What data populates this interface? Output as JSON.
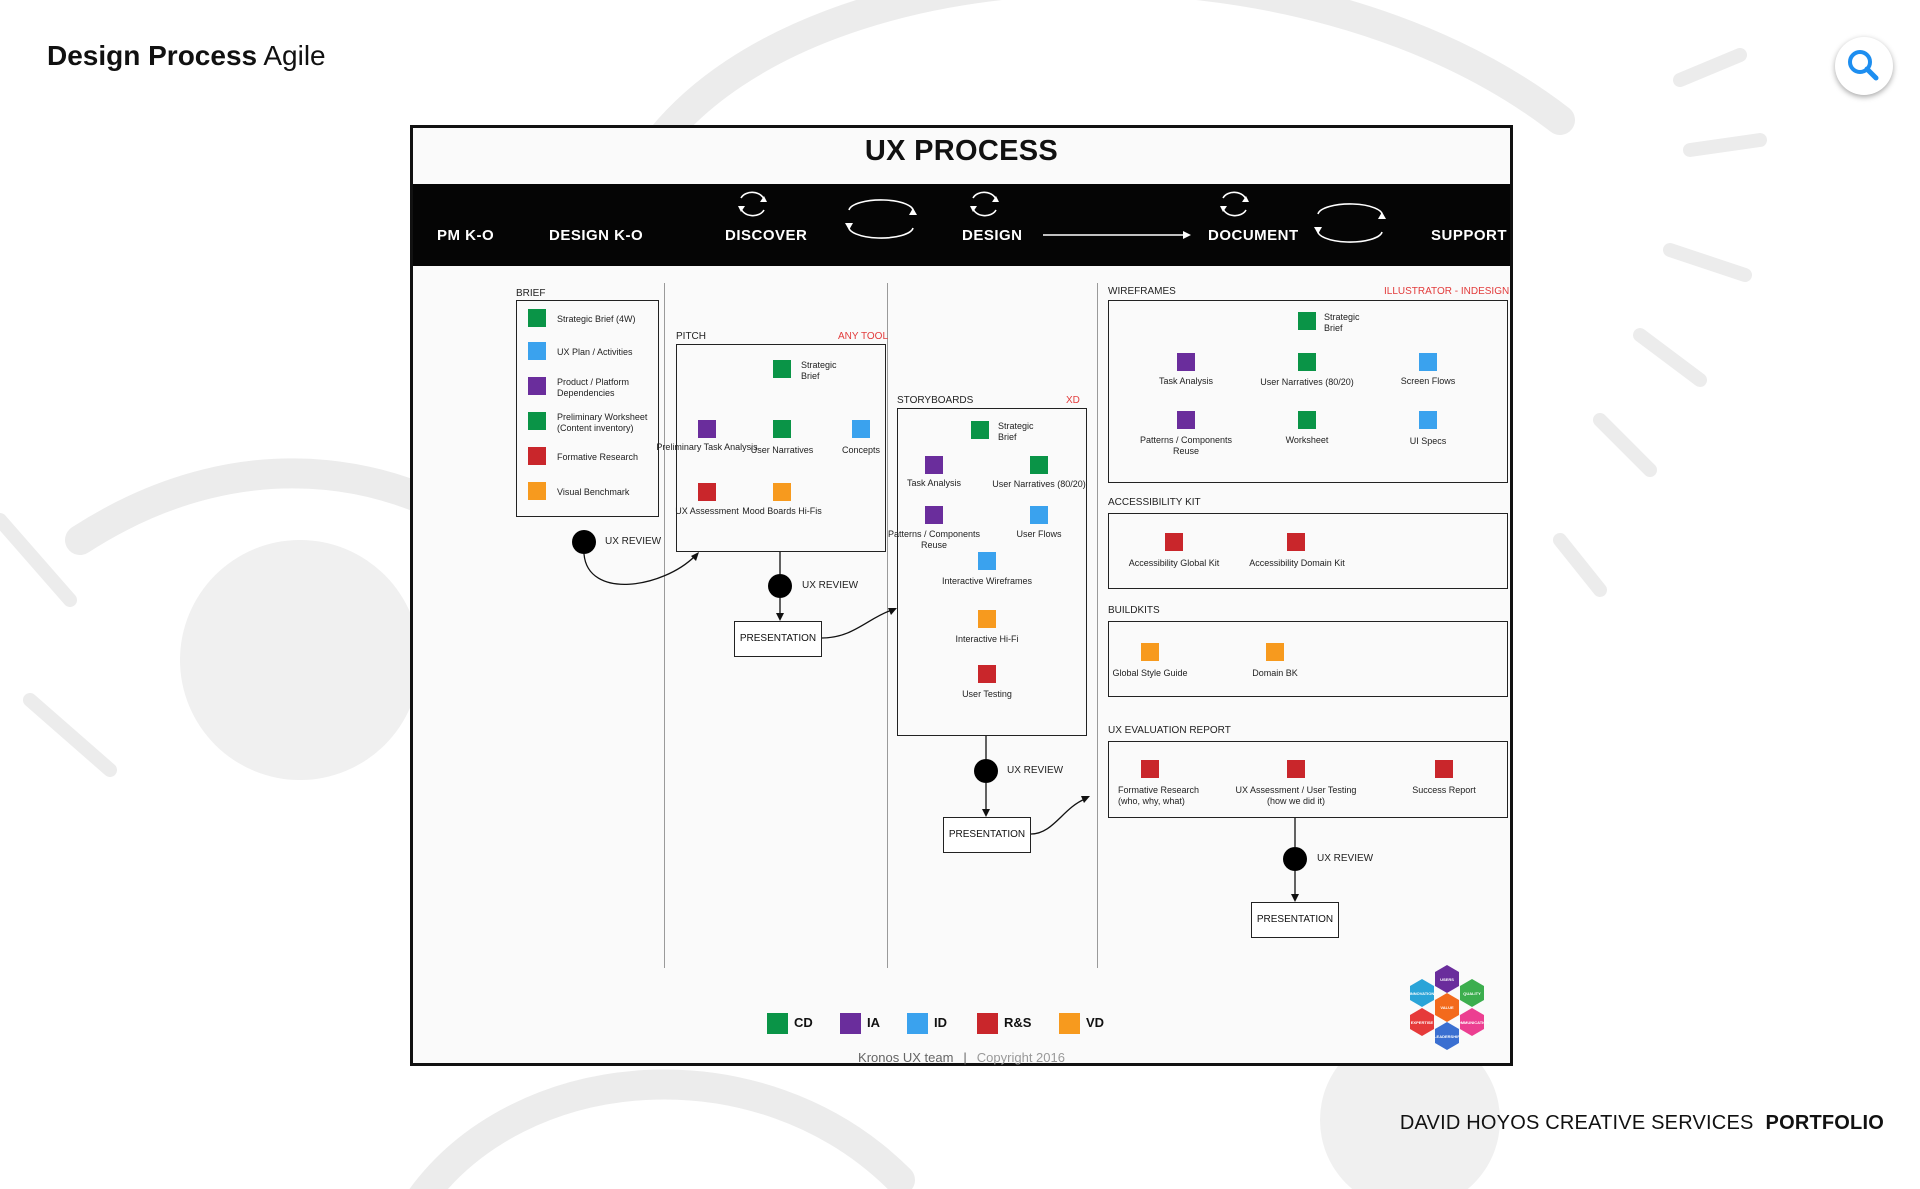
{
  "page": {
    "title_bold": "Design Process",
    "title_rest": "Agile"
  },
  "footer": {
    "studio": "DAVID HOYOS CREATIVE SERVICES",
    "section": "PORTFOLIO"
  },
  "colors": {
    "CD": "#0a9447",
    "IA": "#6a2d9c",
    "ID": "#3aa2ee",
    "RS": "#c9262b",
    "VD": "#f79a1e"
  },
  "icons": {
    "search": "search-icon",
    "cycle": "cycle-arrows-icon",
    "loop": "loop-arrows-icon"
  },
  "diagram": {
    "title": "UX PROCESS",
    "stages": [
      "PM K-O",
      "DESIGN K-O",
      "DISCOVER",
      "DESIGN",
      "DOCUMENT",
      "SUPPORT"
    ],
    "brief": {
      "label": "BRIEF",
      "items": [
        {
          "text": "Strategic Brief (4W)",
          "color": "CD"
        },
        {
          "text": "UX Plan / Activities",
          "color": "ID"
        },
        {
          "text": "Product / Platform Dependencies",
          "color": "IA"
        },
        {
          "text": "Preliminary Worksheet (Content inventory)",
          "color": "CD"
        },
        {
          "text": "Formative Research",
          "color": "RS"
        },
        {
          "text": "Visual Benchmark",
          "color": "VD"
        }
      ]
    },
    "pitch": {
      "label": "PITCH",
      "tool": "ANY TOOL",
      "items": [
        {
          "text": "Strategic Brief",
          "color": "CD"
        },
        {
          "text": "Preliminary Task Analysis",
          "color": "IA"
        },
        {
          "text": "User Narratives",
          "color": "CD"
        },
        {
          "text": "Concepts",
          "color": "ID"
        },
        {
          "text": "UX Assessment",
          "color": "RS"
        },
        {
          "text": "Mood Boards Hi-Fis",
          "color": "VD"
        }
      ]
    },
    "storyboards": {
      "label": "STORYBOARDS",
      "tool": "XD",
      "items": [
        {
          "text": "Strategic Brief",
          "color": "CD"
        },
        {
          "text": "Task Analysis",
          "color": "IA"
        },
        {
          "text": "User Narratives (80/20)",
          "color": "CD"
        },
        {
          "text": "Patterns / Components Reuse",
          "color": "IA"
        },
        {
          "text": "User Flows",
          "color": "ID"
        },
        {
          "text": "Interactive Wireframes",
          "color": "ID"
        },
        {
          "text": "Interactive Hi-Fi",
          "color": "VD"
        },
        {
          "text": "User Testing",
          "color": "RS"
        }
      ]
    },
    "wireframes": {
      "label": "WIREFRAMES",
      "tool": "ILLUSTRATOR - INDESIGN",
      "items": [
        {
          "text": "Strategic Brief",
          "color": "CD"
        },
        {
          "text": "Task Analysis",
          "color": "IA"
        },
        {
          "text": "User Narratives (80/20)",
          "color": "CD"
        },
        {
          "text": "Screen Flows",
          "color": "ID"
        },
        {
          "text": "Patterns / Components Reuse",
          "color": "IA"
        },
        {
          "text": "Worksheet",
          "color": "CD"
        },
        {
          "text": "UI Specs",
          "color": "ID"
        }
      ]
    },
    "accessibility": {
      "label": "ACCESSIBILITY KIT",
      "items": [
        {
          "text": "Accessibility Global Kit",
          "color": "RS"
        },
        {
          "text": "Accessibility Domain Kit",
          "color": "RS"
        }
      ]
    },
    "buildkits": {
      "label": "BUILDKITS",
      "items": [
        {
          "text": "Global Style Guide",
          "color": "VD"
        },
        {
          "text": "Domain BK",
          "color": "VD"
        }
      ]
    },
    "evaluation": {
      "label": "UX EVALUATION REPORT",
      "items": [
        {
          "text": "Formative Research (who, why, what)",
          "color": "RS"
        },
        {
          "text": "UX Assessment / User Testing (how we did it)",
          "color": "RS"
        },
        {
          "text": "Success Report",
          "color": "RS"
        }
      ]
    },
    "ux_review": "UX REVIEW",
    "presentation": "PRESENTATION",
    "legend": [
      {
        "code": "CD",
        "label": "CD"
      },
      {
        "code": "IA",
        "label": "IA"
      },
      {
        "code": "ID",
        "label": "ID"
      },
      {
        "code": "RS",
        "label": "R&S"
      },
      {
        "code": "VD",
        "label": "VD"
      }
    ],
    "hex_badge": {
      "center": "VALUE",
      "petals": [
        "USERS",
        "QUALITY",
        "COMMUNICATION",
        "LEADERSHIP",
        "EXPERTISE",
        "INNOVATION"
      ]
    },
    "credit": {
      "team": "Kronos UX team",
      "copyright": "Copyright 2016"
    }
  }
}
